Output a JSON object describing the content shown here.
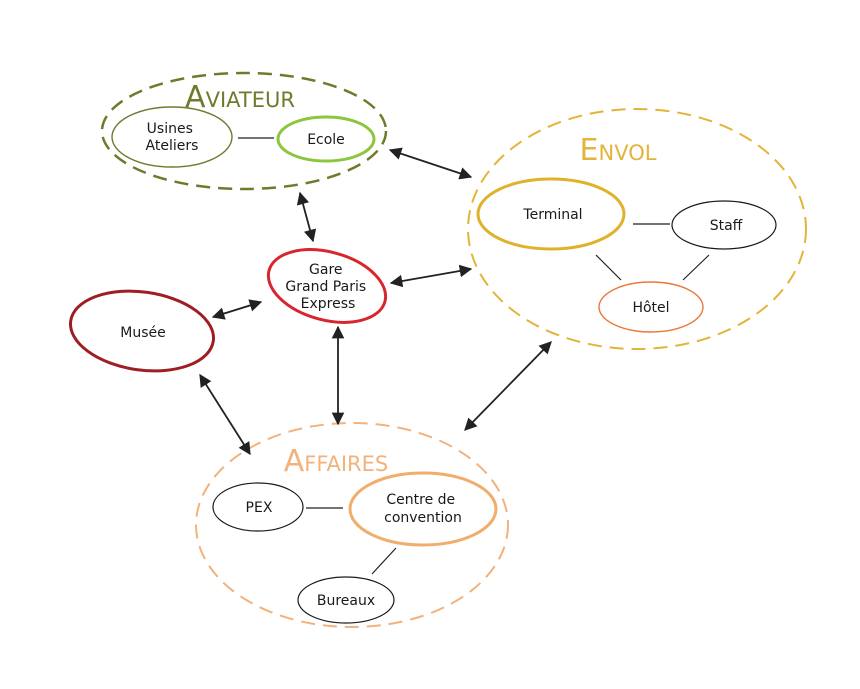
{
  "colors": {
    "aviateur": "#6f7a2c",
    "ecole": "#8cc63f",
    "envol": "#e3b43a",
    "terminal": "#e0b22c",
    "hotel": "#e8793a",
    "gare": "#d8262e",
    "musee": "#9e1f23",
    "affaires": "#f2b27a",
    "centre": "#f0ad6b",
    "line": "#222222",
    "node_dark": "#1a1a1a"
  },
  "groups": {
    "aviateur": {
      "cap": "A",
      "rest": "VIATEUR"
    },
    "envol": {
      "cap": "E",
      "rest": "NVOL"
    },
    "affaires": {
      "cap": "A",
      "rest": "FFAIRES"
    }
  },
  "nodes": {
    "usines": [
      "Usines",
      "Ateliers"
    ],
    "ecole": [
      "Ecole"
    ],
    "terminal": [
      "Terminal"
    ],
    "staff": [
      "Staff"
    ],
    "hotel": [
      "Hôtel"
    ],
    "gare": [
      "Gare",
      "Grand Paris",
      "Express"
    ],
    "musee": [
      "Musée"
    ],
    "pex": [
      "PEX"
    ],
    "centre": [
      "Centre de",
      "convention"
    ],
    "bureaux": [
      "Bureaux"
    ]
  }
}
